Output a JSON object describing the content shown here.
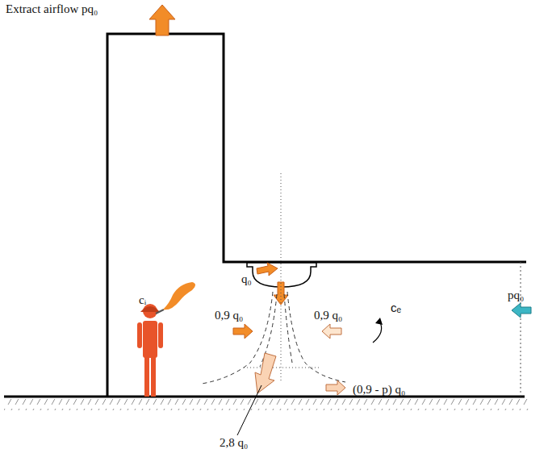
{
  "diagram": {
    "labels": [
      "Extract airflow pq₀",
      "q₀",
      "cᵢ",
      "0,9 q₀",
      "0,9 q₀",
      "cₑ",
      "pq₀",
      "(0,9 - p) q₀",
      "2,8 q₀"
    ]
  }
}
